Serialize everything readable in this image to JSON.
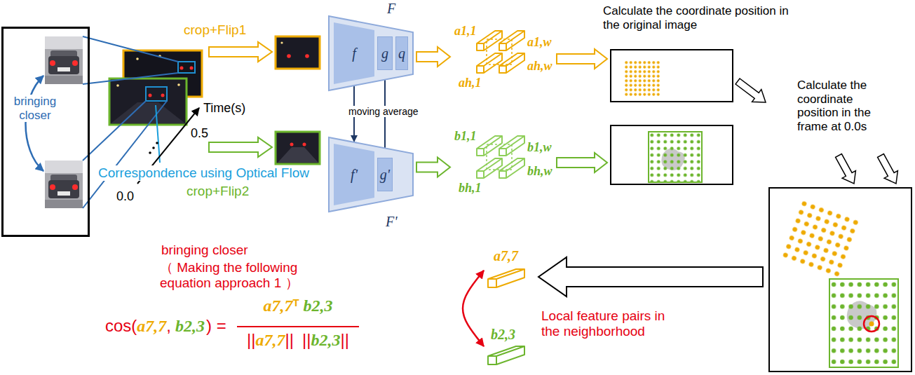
{
  "diagram": {
    "nodes": [
      {
        "text": [
          "bringing closer"
        ]
      },
      {
        "text": [
          "F"
        ]
      },
      {
        "text": [
          "f"
        ],
        "in": 1
      },
      {
        "text": [
          "g"
        ],
        "in": 1
      },
      {
        "text": [
          "q"
        ],
        "in": 1
      },
      {
        "text": [
          "F'"
        ]
      },
      {
        "text": [
          "f'"
        ],
        "in": 5
      },
      {
        "text": [
          "g'"
        ],
        "in": 5
      },
      {
        "text": [
          "a1,1",
          "a1,w",
          "ah,1",
          "ah,w"
        ]
      },
      {
        "text": [
          "b1,1",
          "b1,w",
          "bh,1",
          "bh,w"
        ]
      },
      {
        "text": [
          "Calculate the coordinate position in the original image"
        ]
      },
      {
        "text": [
          "Calculate the coordinate position in the frame at 0.0s"
        ]
      },
      {
        "text": [
          "a7,7"
        ]
      },
      {
        "text": [
          "b2,3"
        ]
      }
    ],
    "edges": [
      {
        "from": 1,
        "to": 8,
        "arrow": "to"
      },
      {
        "from": 5,
        "to": 9,
        "arrow": "to"
      },
      {
        "from": 2,
        "to": 6,
        "arrow": "to"
      },
      {
        "from": 3,
        "to": 7,
        "arrow": "to"
      },
      {
        "from": 8,
        "to": 10,
        "arrow": "to"
      },
      {
        "from": 9,
        "to": 11,
        "arrow": "to"
      },
      {
        "from": 12,
        "to": 13,
        "arrow": "both"
      }
    ],
    "labels": [
      "crop+Flip1",
      "Time(s)",
      "0.5",
      "0.0",
      "crop+Flip2",
      "Correspondence using Optical Flow",
      "moving average",
      "bringing closer",
      "（ Making the following equation approach 1 ）",
      "cos(",
      "a7,7",
      ",",
      "b2,3",
      ") =",
      "a7,7",
      "T",
      "b2,3",
      "||",
      "a7,7",
      "||",
      "||",
      "b2,3",
      "||",
      "Local feature pairs in the neighborhood"
    ]
  }
}
